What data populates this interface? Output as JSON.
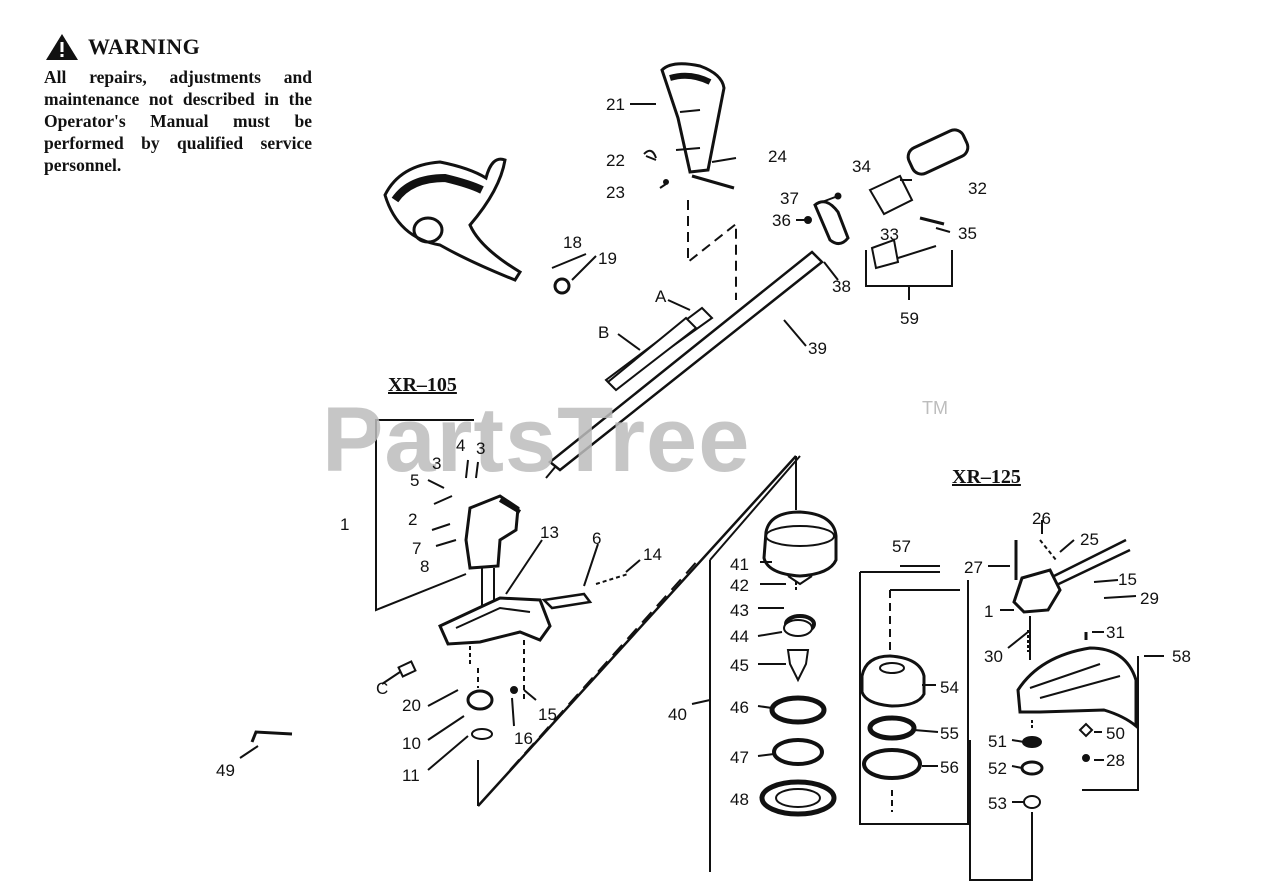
{
  "warning": {
    "title": "WARNING",
    "body": "All repairs, adjustments and maintenance not described in the Operator's Manual must be performed by qualified service personnel."
  },
  "models": {
    "left": "XR–105",
    "right": "XR–125"
  },
  "watermark": {
    "text": "PartsTree",
    "tm": "TM"
  },
  "labels": {
    "p21": "21",
    "p22": "22",
    "p23": "23",
    "p24": "24",
    "p18": "18",
    "p19": "19",
    "pA": "A",
    "pB": "B",
    "p39": "39",
    "p34": "34",
    "p32": "32",
    "p37": "37",
    "p36": "36",
    "p33": "33",
    "p35": "35",
    "p38": "38",
    "p59": "59",
    "p4": "4",
    "p3a": "3",
    "p3b": "3",
    "p5": "5",
    "p2": "2",
    "p7": "7",
    "p8": "8",
    "p1a": "1",
    "p13": "13",
    "p6": "6",
    "p14": "14",
    "pC": "C",
    "p20": "20",
    "p10": "10",
    "p11": "11",
    "p15a": "15",
    "p16": "16",
    "p49": "49",
    "p41": "41",
    "p42": "42",
    "p43": "43",
    "p44": "44",
    "p45": "45",
    "p40": "40",
    "p46": "46",
    "p47": "47",
    "p48": "48",
    "p57": "57",
    "p54": "54",
    "p55": "55",
    "p56": "56",
    "p26": "26",
    "p25": "25",
    "p27": "27",
    "p15b": "15",
    "p29": "29",
    "p1b": "1",
    "p30": "30",
    "p31": "31",
    "p58": "58",
    "p51": "51",
    "p50": "50",
    "p52": "52",
    "p28": "28",
    "p53": "53"
  }
}
